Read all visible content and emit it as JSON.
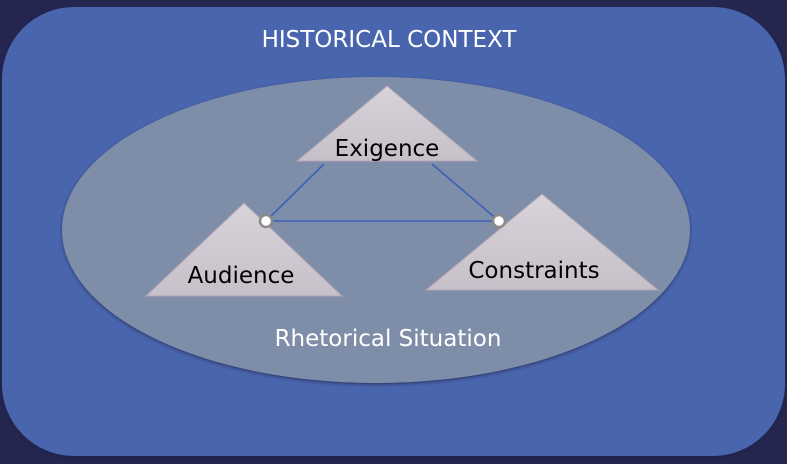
{
  "diagram": {
    "outer_title": "HISTORICAL CONTEXT",
    "inner_label": "Rhetorical Situation",
    "nodes": [
      {
        "id": "exigence",
        "label": "Exigence"
      },
      {
        "id": "audience",
        "label": "Audience"
      },
      {
        "id": "constraints",
        "label": "Constraints"
      }
    ],
    "connections": [
      {
        "from": "exigence",
        "to": "audience"
      },
      {
        "from": "exigence",
        "to": "constraints"
      },
      {
        "from": "audience",
        "to": "constraints"
      }
    ]
  },
  "colors": {
    "background": "#242650",
    "outer_panel": "#4965AD",
    "ellipse": "#7E8EA8",
    "triangle": "#CCC6CF",
    "connector": "#3F5FB8",
    "node_dot": "#FFFFFF",
    "title_text": "#FFFFFF",
    "label_text": "#000000"
  }
}
